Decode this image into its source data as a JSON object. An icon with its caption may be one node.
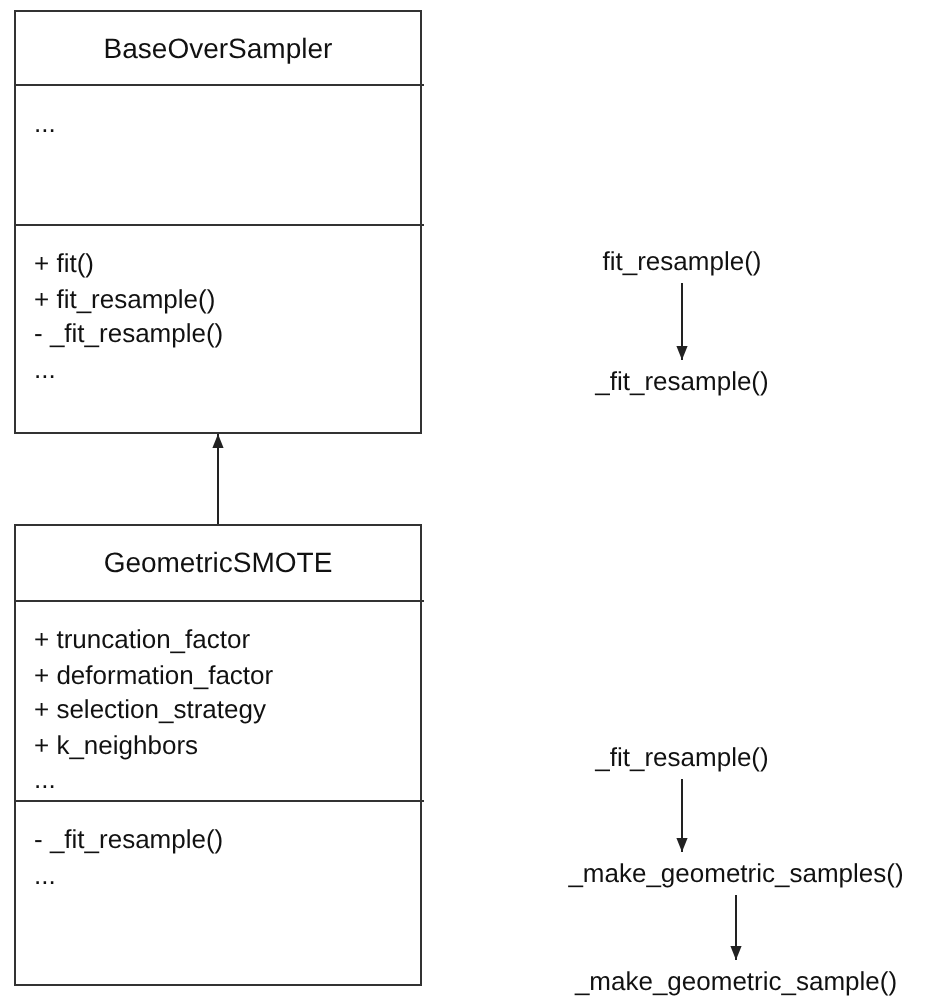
{
  "diagram": {
    "nodes": [
      {
        "text": [
          "BaseOverSampler"
        ]
      },
      {
        "text": [
          "..."
        ],
        "in": 0
      },
      {
        "text": [
          "+ fit()",
          "+ fit_resample()",
          "- _fit_resample()",
          "..."
        ],
        "in": 0
      },
      {
        "text": [
          "GeometricSMOTE"
        ]
      },
      {
        "text": [
          "+ truncation_factor",
          "+ deformation_factor",
          "+ selection_strategy",
          "+ k_neighbors",
          "..."
        ],
        "in": 3
      },
      {
        "text": [
          "- _fit_resample()",
          "..."
        ],
        "in": 3
      },
      {
        "text": [
          "fit_resample()"
        ]
      },
      {
        "text": [
          "_fit_resample()"
        ]
      },
      {
        "text": [
          "_fit_resample()"
        ]
      },
      {
        "text": [
          "_make_geometric_samples()"
        ]
      },
      {
        "text": [
          "_make_geometric_sample()"
        ]
      }
    ],
    "edges": [
      {
        "from": 3,
        "to": 0,
        "arrow": "to"
      },
      {
        "from": 6,
        "to": 7,
        "arrow": "to"
      },
      {
        "from": 8,
        "to": 9,
        "arrow": "to"
      },
      {
        "from": 9,
        "to": 10,
        "arrow": "to"
      }
    ]
  }
}
